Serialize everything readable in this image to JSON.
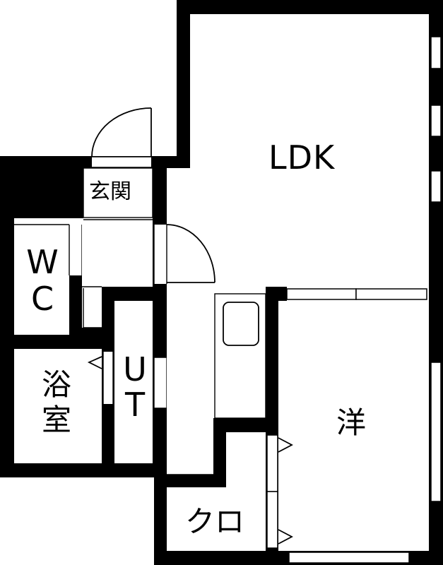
{
  "floor_plan": {
    "title": "",
    "rooms": [
      {
        "id": "ldk",
        "label": "LDK",
        "type": "living-dining-kitchen"
      },
      {
        "id": "genkan",
        "label": "玄関",
        "type": "entrance"
      },
      {
        "id": "wc",
        "label": "WC",
        "label_lines": [
          "W",
          "C"
        ],
        "type": "toilet"
      },
      {
        "id": "bath",
        "label": "浴室",
        "label_lines": [
          "浴",
          "室"
        ],
        "type": "bathroom"
      },
      {
        "id": "ut",
        "label": "UT",
        "label_lines": [
          "U",
          "T"
        ],
        "type": "utility"
      },
      {
        "id": "western",
        "label": "洋",
        "type": "western-style-room"
      },
      {
        "id": "closet",
        "label": "クロ",
        "type": "closet"
      }
    ],
    "fixtures": [
      {
        "id": "kitchen-sink",
        "type": "sink",
        "room": "ldk"
      }
    ],
    "doors": [
      {
        "id": "entrance-door",
        "room": "genkan",
        "type": "swing"
      },
      {
        "id": "wc-door",
        "room": "wc",
        "type": "swing"
      },
      {
        "id": "ldk-door",
        "room": "ldk",
        "type": "swing"
      },
      {
        "id": "bath-door",
        "room": "bath",
        "type": "folding"
      },
      {
        "id": "closet-door",
        "room": "closet",
        "type": "double-folding"
      },
      {
        "id": "western-sliding-door",
        "room": "western",
        "type": "sliding"
      }
    ],
    "windows": [
      {
        "id": "ldk-window-1",
        "wall": "east"
      },
      {
        "id": "ldk-window-2",
        "wall": "east"
      },
      {
        "id": "ldk-window-3",
        "wall": "east"
      },
      {
        "id": "western-window-east",
        "wall": "east"
      },
      {
        "id": "western-window-south",
        "wall": "south"
      },
      {
        "id": "ut-window",
        "wall": "east"
      }
    ],
    "colors": {
      "wall": "#000000",
      "background": "#ffffff"
    }
  }
}
